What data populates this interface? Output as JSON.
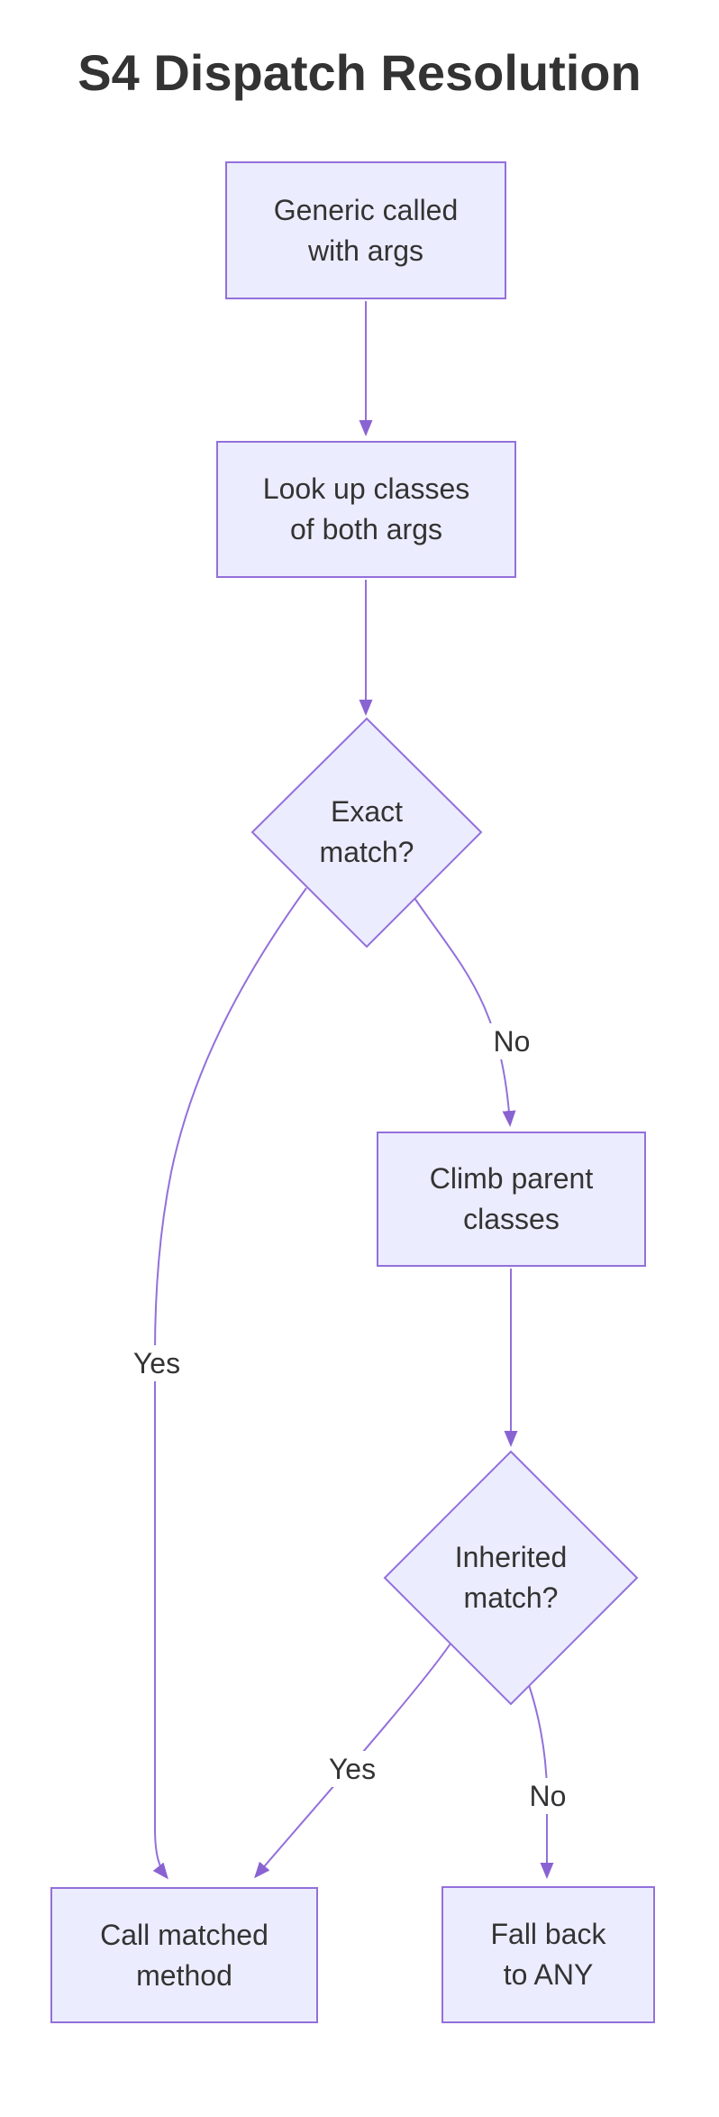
{
  "title": "S4 Dispatch Resolution",
  "colors": {
    "background": "#FFFFFF",
    "node_fill": "#ECECFF",
    "node_border": "#9370DB",
    "edge_line": "#9370DB",
    "text": "#333333"
  },
  "nodes": {
    "generic_called": {
      "line1": "Generic called",
      "line2": "with args"
    },
    "look_up_classes": {
      "line1": "Look up classes",
      "line2": "of both args"
    },
    "exact_match": {
      "line1": "Exact",
      "line2": "match?"
    },
    "climb_parent": {
      "line1": "Climb parent",
      "line2": "classes"
    },
    "inherited_match": {
      "line1": "Inherited",
      "line2": "match?"
    },
    "call_matched": {
      "line1": "Call matched",
      "line2": "method"
    },
    "fall_back": {
      "line1": "Fall back",
      "line2": "to ANY"
    }
  },
  "edge_labels": {
    "exact_yes": "Yes",
    "exact_no": "No",
    "inherited_yes": "Yes",
    "inherited_no": "No"
  }
}
